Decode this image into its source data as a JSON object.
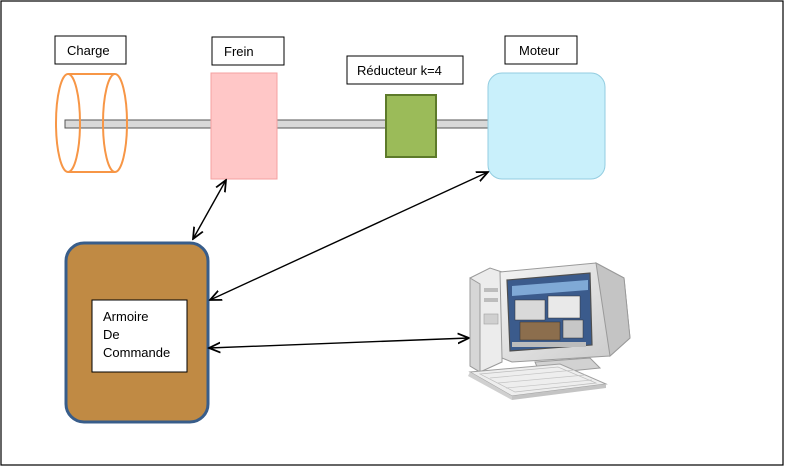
{
  "labels": {
    "charge": "Charge",
    "frein": "Frein",
    "reducteur": "Réducteur k=4",
    "moteur": "Moteur",
    "armoire_line1": "Armoire",
    "armoire_line2": "De",
    "armoire_line3": "Commande"
  },
  "colors": {
    "frame": "#000000",
    "shaft": "#d9d9d9",
    "charge_outline": "#f79646",
    "frein_fill": "#ffc7c7",
    "frein_stroke": "#f4a0a0",
    "reducteur_fill": "#9bbb59",
    "reducteur_stroke": "#5d7a2a",
    "moteur_fill": "#c9f0fb",
    "moteur_stroke": "#93cde0",
    "armoire_fill": "#c08a44",
    "armoire_stroke": "#385d8a"
  },
  "icons": {
    "computer": "desktop-computer-icon"
  }
}
